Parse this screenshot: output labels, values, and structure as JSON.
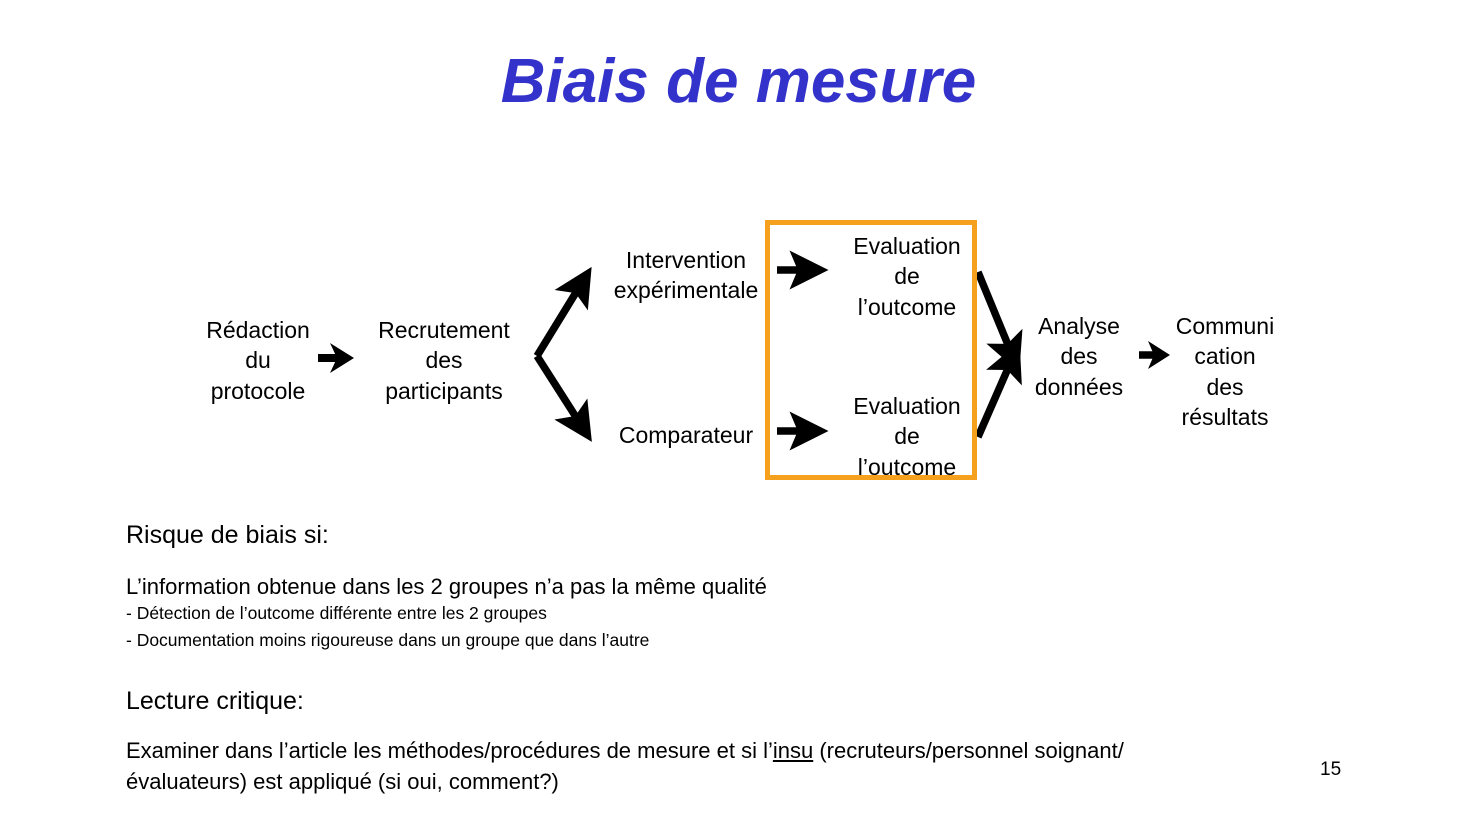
{
  "slide": {
    "title": "Biais de mesure",
    "page_number": "15",
    "title_color": "#3333cc",
    "highlight_color": "#f5a11e",
    "background_color": "#ffffff"
  },
  "diagram": {
    "nodes": {
      "redaction": "Rédaction\ndu\nprotocole",
      "recrutement": "Recrutement\ndes\nparticipants",
      "intervention": "Intervention\nexpérimentale",
      "comparateur": "Comparateur",
      "evaluation_top": "Evaluation\nde\nl’outcome",
      "evaluation_bottom": "Evaluation\nde\nl’outcome",
      "analyse": "Analyse\ndes\ndonnées",
      "communication": "Communi\ncation\ndes\nrésultats"
    }
  },
  "content": {
    "heading_risque": "Risque de biais si:",
    "para_risque": "L’information obtenue dans les 2 groupes n’a pas la même qualité",
    "bullet_1": "- Détection de l’outcome différente entre les 2 groupes",
    "bullet_2": "- Documentation moins rigoureuse dans un groupe que dans l’autre",
    "heading_lecture": "Lecture critique:",
    "para_lecture_part1": "Examiner dans l’article les méthodes/procédures de mesure et si l’",
    "para_lecture_underlined": "insu",
    "para_lecture_part2": " (recruteurs/personnel soignant/évaluateurs) est appliqué (si oui, comment?)"
  }
}
